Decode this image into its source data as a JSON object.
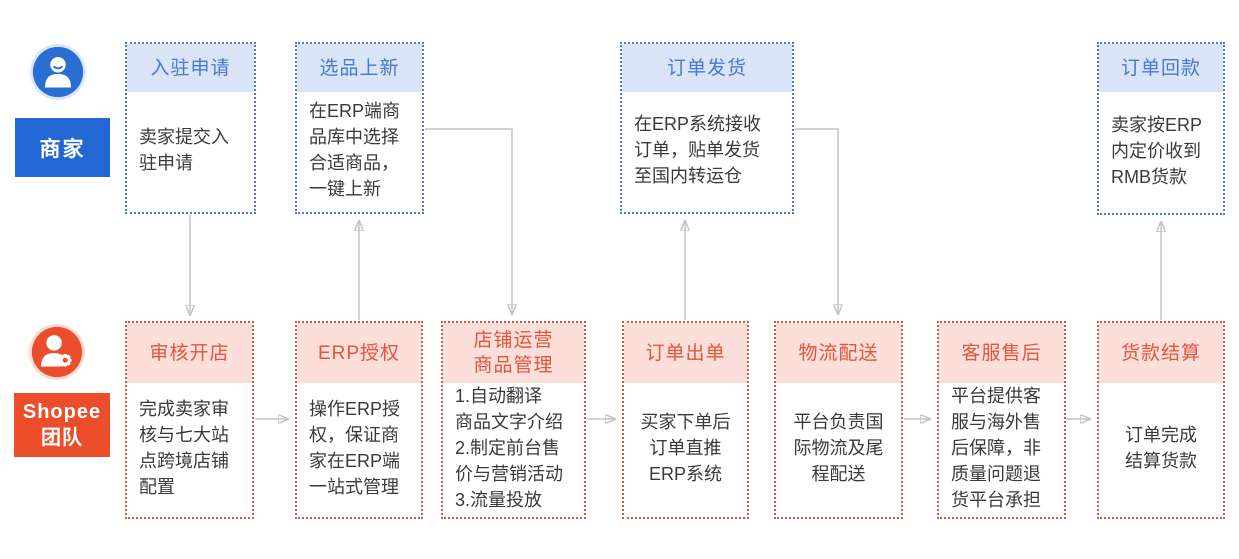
{
  "lanes": {
    "merchant": {
      "label": "商家",
      "color": "#2267d3"
    },
    "shopee": {
      "label_en": "Shopee",
      "label_cn": "团队",
      "color": "#ec4e2b"
    }
  },
  "colors": {
    "blue_border": "#4b79cf",
    "blue_header_bg": "#d9e5f7",
    "blue_title": "#4a77cf",
    "red_border": "#d8543c",
    "red_header_bg": "#fbdfd8",
    "red_title": "#e4543f",
    "arrow_gray": "#c4c4c4",
    "body_text": "#3a3a3a"
  },
  "boxes": [
    {
      "title": "入驻申请",
      "body": "卖家提交入\n驻申请"
    },
    {
      "title": "选品上新",
      "body": "在ERP端商\n品库中选择\n合适商品，\n一键上新"
    },
    {
      "title": "订单发货",
      "body": "在ERP系统接收\n订单，贴单发货\n至国内转运仓"
    },
    {
      "title": "订单回款",
      "body": "卖家按ERP\n内定价收到\nRMB货款"
    },
    {
      "title": "审核开店",
      "body": "完成卖家审\n核与七大站\n点跨境店铺\n配置"
    },
    {
      "title": "ERP授权",
      "body": "操作ERP授\n权，保证商\n家在ERP端\n一站式管理"
    },
    {
      "title": "店铺运营\n商品管理",
      "body": "1.自动翻译\n商品文字介绍\n2.制定前台售\n价与营销活动\n3.流量投放"
    },
    {
      "title": "订单出单",
      "body": "买家下单后\n订单直推\nERP系统"
    },
    {
      "title": "物流配送",
      "body": "平台负责国\n际物流及尾\n程配送"
    },
    {
      "title": "客服售后",
      "body": "平台提供客\n服与海外售\n后保障，非\n质量问题退\n货平台承担"
    },
    {
      "title": "货款结算",
      "body": "订单完成\n结算货款"
    }
  ]
}
